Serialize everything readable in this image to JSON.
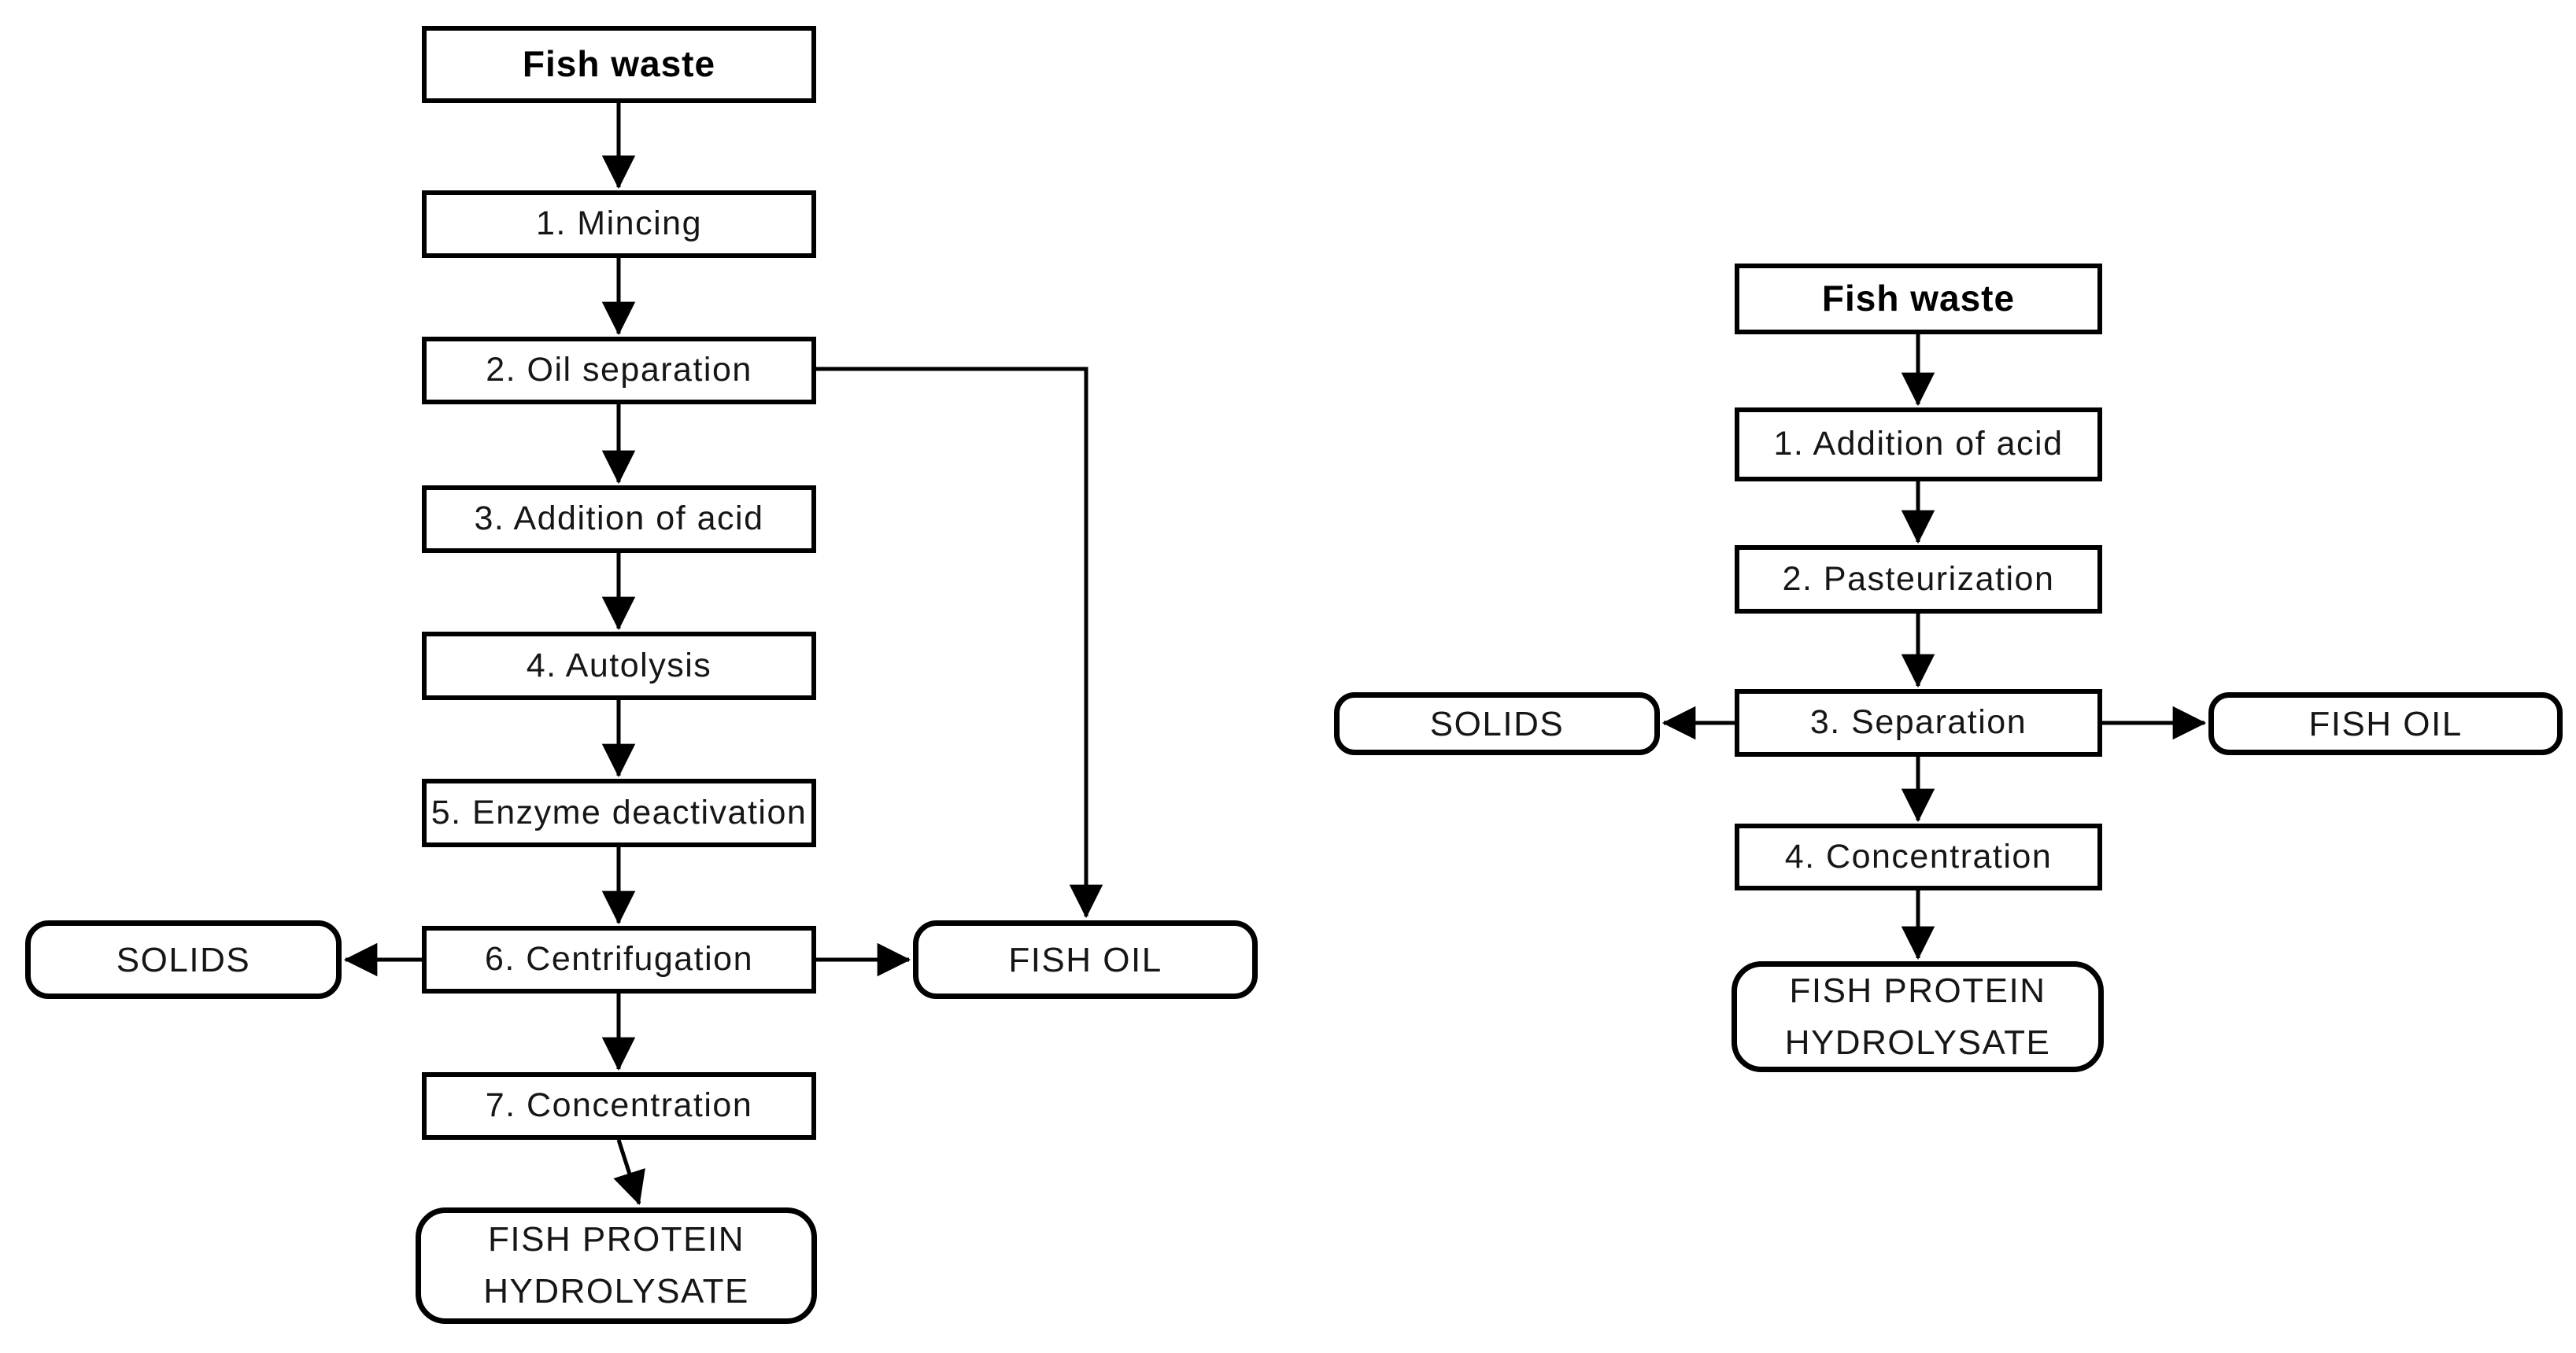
{
  "colors": {
    "background": "#ffffff",
    "line": "#000000",
    "text": "#161616"
  },
  "left_chart": {
    "source": "Fish waste",
    "steps": [
      "1. Mincing",
      "2. Oil separation",
      "3. Addition of acid",
      "4. Autolysis",
      "5. Enzyme deactivation",
      "6. Centrifugation",
      "7. Concentration"
    ],
    "solids": "SOLIDS",
    "fish_oil": "FISH OIL",
    "product_line1": "FISH PROTEIN",
    "product_line2": "HYDROLYSATE"
  },
  "right_chart": {
    "source": "Fish waste",
    "steps": [
      "1. Addition of acid",
      "2. Pasteurization",
      "3. Separation",
      "4. Concentration"
    ],
    "solids": "SOLIDS",
    "fish_oil": "FISH OIL",
    "product_line1": "FISH PROTEIN",
    "product_line2": "HYDROLYSATE"
  }
}
